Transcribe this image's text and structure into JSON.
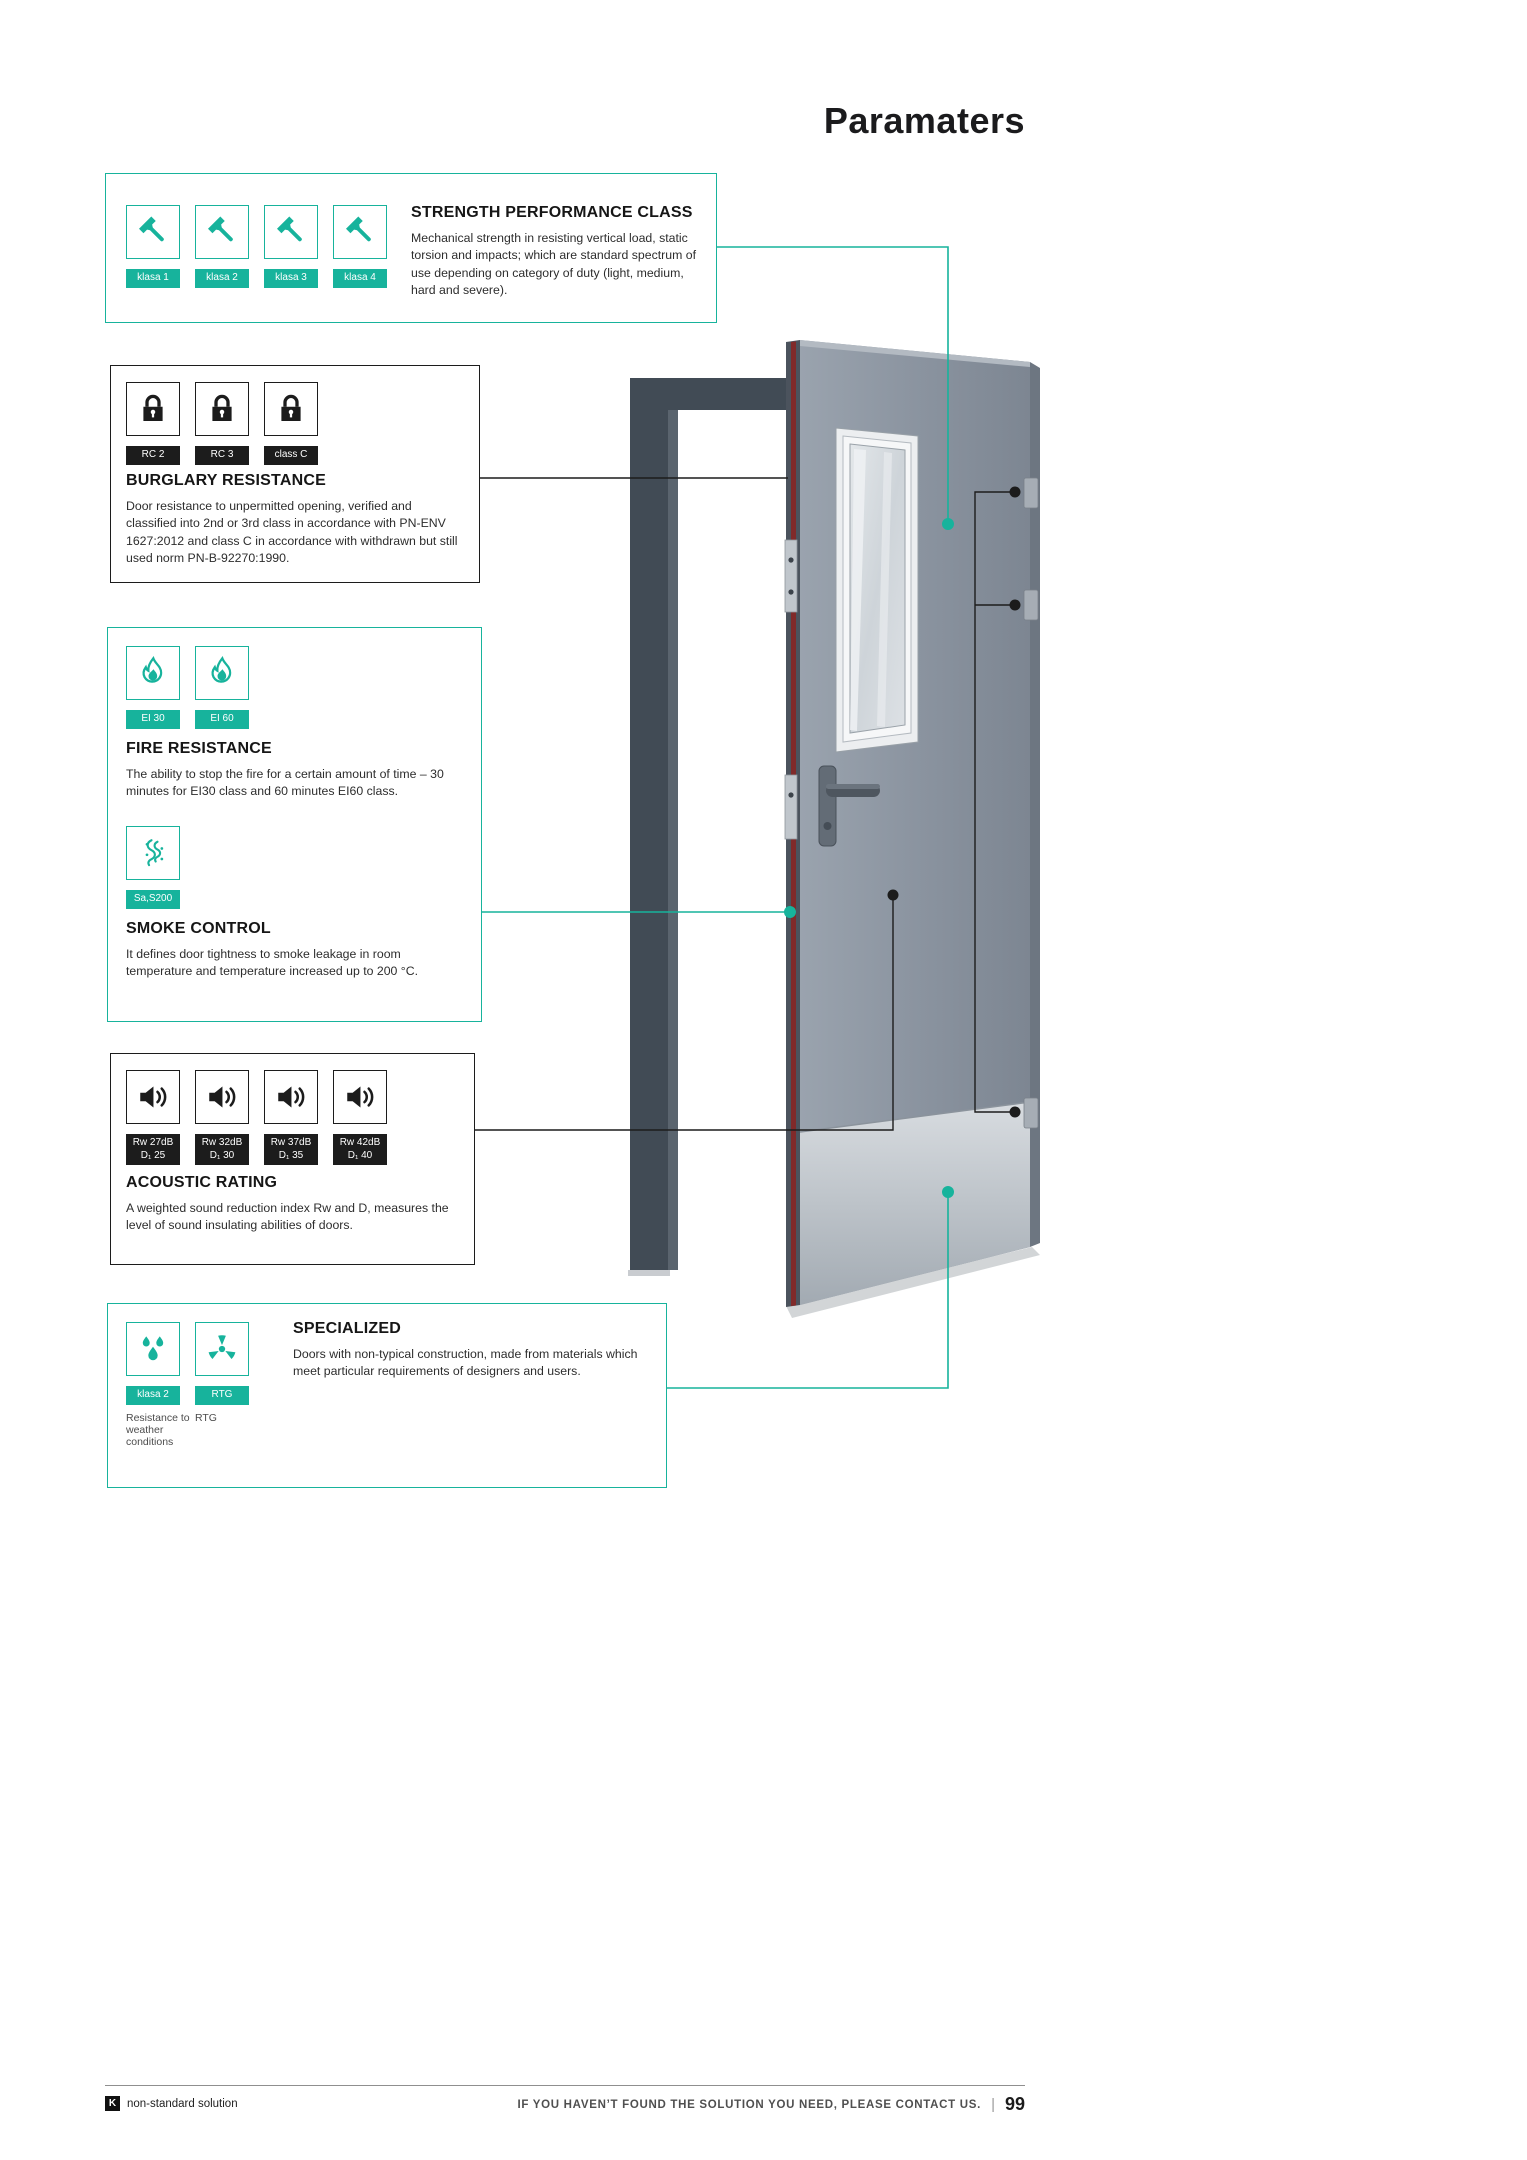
{
  "page": {
    "title": "Paramaters",
    "footer": {
      "left_badge": "K",
      "left_label": "non-standard solution",
      "right_text": "IF YOU HAVEN’T FOUND THE SOLUTION YOU NEED, PLEASE CONTACT US.",
      "separator": "|",
      "page_number": "99"
    }
  },
  "colors": {
    "accent_teal": "#17b39c",
    "dark": "#1c1c1c",
    "door_seal_red": "#802a2a"
  },
  "sections": {
    "strength": {
      "title": "STRENGTH PERFORMANCE CLASS",
      "body": "Mechanical strength in resisting vertical load, static torsion and impacts; which are standard spectrum of use depending on category of duty (light, medium, hard and severe).",
      "badges": [
        {
          "label": "klasa 1"
        },
        {
          "label": "klasa 2"
        },
        {
          "label": "klasa 3"
        },
        {
          "label": "klasa 4"
        }
      ]
    },
    "burglary": {
      "title": "BURGLARY RESISTANCE",
      "body": "Door resistance to unpermitted opening, verified and classified into 2nd or 3rd class in accordance with PN-ENV 1627:2012 and class C  in accordance with withdrawn but still used norm PN-B-92270:1990.",
      "badges": [
        {
          "label": "RC 2"
        },
        {
          "label": "RC 3"
        },
        {
          "label": "class C"
        }
      ]
    },
    "fire": {
      "title": "FIRE RESISTANCE",
      "body": "The ability to stop the fire for a certain amount of time – 30 minutes for EI30 class and 60 minutes EI60 class.",
      "badges": [
        {
          "label": "EI 30"
        },
        {
          "label": "EI 60"
        }
      ]
    },
    "smoke": {
      "title": "SMOKE CONTROL",
      "body": "It defines door tightness to smoke leakage in room temperature and temperature increased up to 200 °C.",
      "badges": [
        {
          "label": "Sa,S200"
        }
      ]
    },
    "acoustic": {
      "title": "ACOUSTIC RATING",
      "body": "A weighted sound reduction index Rw and D, measures the level of sound insulating abilities of doors.",
      "badges": [
        {
          "line1": "Rw 27dB",
          "line2": "D₁ 25"
        },
        {
          "line1": "Rw 32dB",
          "line2": "D₁ 30"
        },
        {
          "line1": "Rw 37dB",
          "line2": "D₁ 35"
        },
        {
          "line1": "Rw 42dB",
          "line2": "D₁ 40"
        }
      ]
    },
    "specialized": {
      "title": "SPECIALIZED",
      "body": "Doors with non-typical construction, made from materials which meet particular requirements of  designers and users.",
      "badges": [
        {
          "label": "klasa 2",
          "caption": "Resistance to weather conditions"
        },
        {
          "label": "RTG",
          "caption": "RTG"
        }
      ]
    }
  }
}
